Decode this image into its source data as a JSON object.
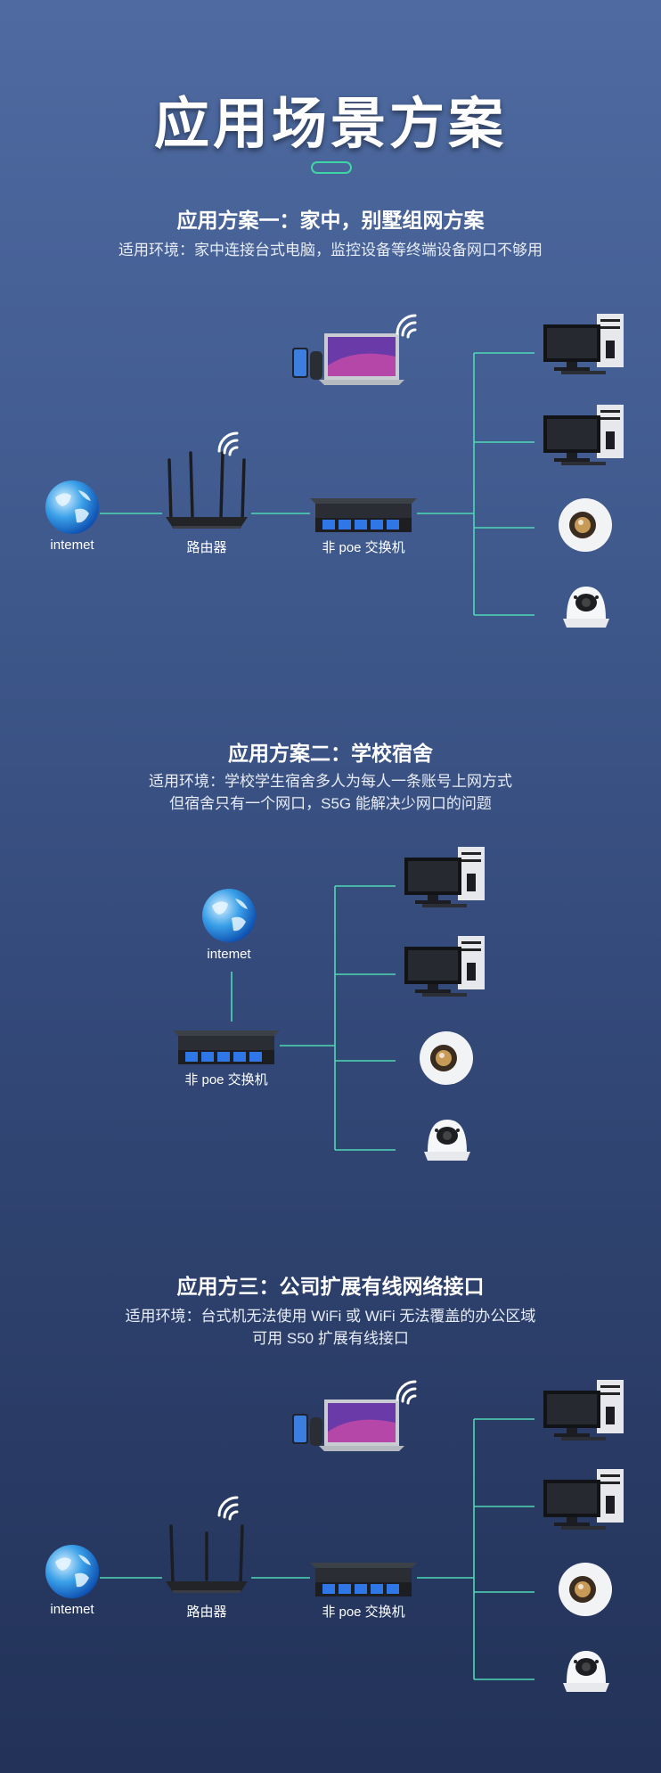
{
  "page": {
    "title": "应用场景方案"
  },
  "sections": [
    {
      "title": "应用方案一：家中，别墅组网方案",
      "desc": [
        "适用环境：家中连接台式电脑，监控设备等终端设备网口不够用"
      ],
      "labels": {
        "internet": "intemet",
        "router": "路由器",
        "switch": "非 poe 交换机"
      }
    },
    {
      "title": "应用方案二：学校宿舍",
      "desc": [
        "适用环境：学校学生宿舍多人为每人一条账号上网方式",
        "但宿舍只有一个网口，S5G 能解决少网口的问题"
      ],
      "labels": {
        "internet": "intemet",
        "switch": "非 poe 交换机"
      }
    },
    {
      "title": "应用方三：公司扩展有线网络接口",
      "desc": [
        "适用环境：台式机无法使用 WiFi 或 WiFi 无法覆盖的办公区域",
        "可用 S50 扩展有线接口"
      ],
      "labels": {
        "internet": "intemet",
        "router": "路由器",
        "switch": "非 poe 交换机"
      }
    }
  ],
  "icons": [
    "globe-icon",
    "router-icon",
    "switch-icon",
    "desktop-pc-icon",
    "camera-360-icon",
    "dome-camera-icon",
    "laptop-icon",
    "phone-icon",
    "speaker-icon",
    "wifi-icon"
  ],
  "colors": {
    "wire": "#4fd8b4",
    "accent": "#3fd6a5"
  }
}
